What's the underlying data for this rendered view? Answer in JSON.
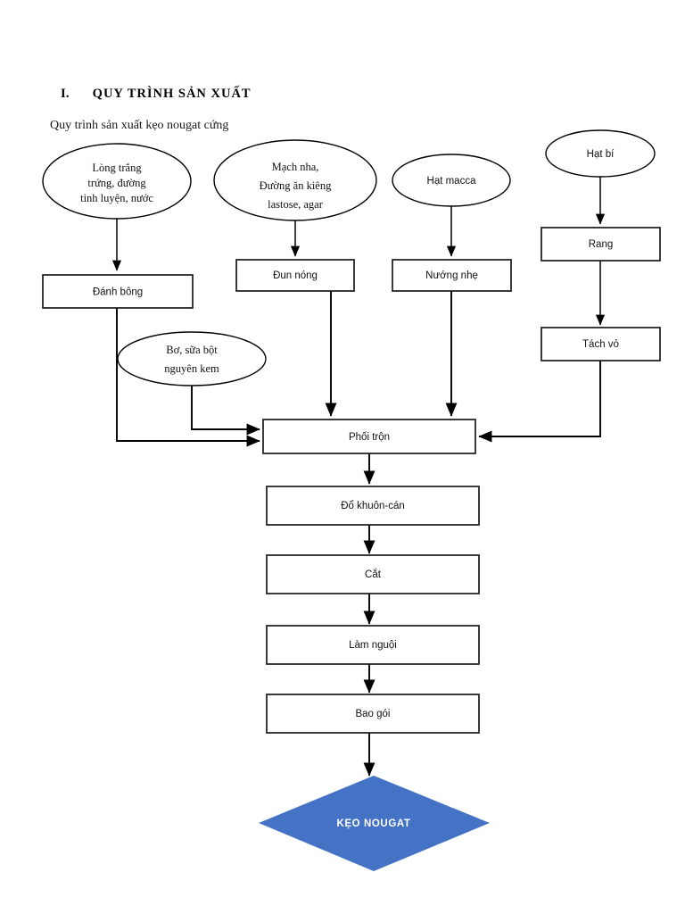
{
  "document": {
    "heading_number": "I.",
    "heading_title": "QUY TRÌNH SẢN XUẤT",
    "subtitle": "Quy trình sản xuất kẹo nougat cứng"
  },
  "colors": {
    "diamond_fill": "#4472C4",
    "diamond_text": "#FFFFFF",
    "shape_stroke": "#000000",
    "shape_fill": "#FFFFFF",
    "page_background": "#FFFFFF"
  },
  "chart_data": {
    "type": "diagram",
    "title": "Quy trình sản xuất kẹo nougat cứng",
    "nodes": [
      {
        "id": "n1",
        "shape": "ellipse",
        "label": "Lòng trắng trứng, đường tinh luyện, nước",
        "lines": [
          "Lòng trắng",
          "trứng, đường",
          "tinh luyện, nước"
        ]
      },
      {
        "id": "n2",
        "shape": "ellipse",
        "label": "Mạch nha, Đường ăn kiêng lastose, agar",
        "lines": [
          "Mạch nha,",
          "Đường ăn kiêng",
          "lastose, agar"
        ]
      },
      {
        "id": "n3",
        "shape": "ellipse",
        "label": "Hạt macca",
        "lines": [
          "Hạt macca"
        ]
      },
      {
        "id": "n4",
        "shape": "ellipse",
        "label": "Hạt bí",
        "lines": [
          "Hạt bí"
        ]
      },
      {
        "id": "n5",
        "shape": "box",
        "label": "Đánh bông",
        "lines": [
          "Đánh bông"
        ]
      },
      {
        "id": "n6",
        "shape": "box",
        "label": "Đun nóng",
        "lines": [
          "Đun nóng"
        ]
      },
      {
        "id": "n7",
        "shape": "box",
        "label": "Nướng nhẹ",
        "lines": [
          "Nướng nhẹ"
        ]
      },
      {
        "id": "n8",
        "shape": "box",
        "label": "Rang",
        "lines": [
          "Rang"
        ]
      },
      {
        "id": "n9",
        "shape": "ellipse",
        "label": "Bơ, sữa bột nguyên kem",
        "lines": [
          "Bơ, sữa bột",
          "nguyên kem"
        ]
      },
      {
        "id": "n10",
        "shape": "box",
        "label": "Tách vỏ",
        "lines": [
          "Tách vỏ"
        ]
      },
      {
        "id": "n11",
        "shape": "box",
        "label": "Phối trộn",
        "lines": [
          "Phối trộn"
        ]
      },
      {
        "id": "n12",
        "shape": "box",
        "label": "Đổ khuôn-cán",
        "lines": [
          "Đổ khuôn-cán"
        ]
      },
      {
        "id": "n13",
        "shape": "box",
        "label": "Cắt",
        "lines": [
          "Cắt"
        ]
      },
      {
        "id": "n14",
        "shape": "box",
        "label": "Làm nguội",
        "lines": [
          "Làm nguội"
        ]
      },
      {
        "id": "n15",
        "shape": "box",
        "label": "Bao gói",
        "lines": [
          "Bao gói"
        ]
      },
      {
        "id": "n16",
        "shape": "diamond",
        "label": "KẸO NOUGAT",
        "lines": [
          "KẸO NOUGAT"
        ]
      }
    ],
    "edges": [
      {
        "from": "n1",
        "to": "n5"
      },
      {
        "from": "n2",
        "to": "n6"
      },
      {
        "from": "n3",
        "to": "n7"
      },
      {
        "from": "n4",
        "to": "n8"
      },
      {
        "from": "n8",
        "to": "n10"
      },
      {
        "from": "n5",
        "to": "n11"
      },
      {
        "from": "n9",
        "to": "n11"
      },
      {
        "from": "n6",
        "to": "n11"
      },
      {
        "from": "n7",
        "to": "n11"
      },
      {
        "from": "n10",
        "to": "n11"
      },
      {
        "from": "n11",
        "to": "n12"
      },
      {
        "from": "n12",
        "to": "n13"
      },
      {
        "from": "n13",
        "to": "n14"
      },
      {
        "from": "n14",
        "to": "n15"
      },
      {
        "from": "n15",
        "to": "n16"
      }
    ]
  }
}
